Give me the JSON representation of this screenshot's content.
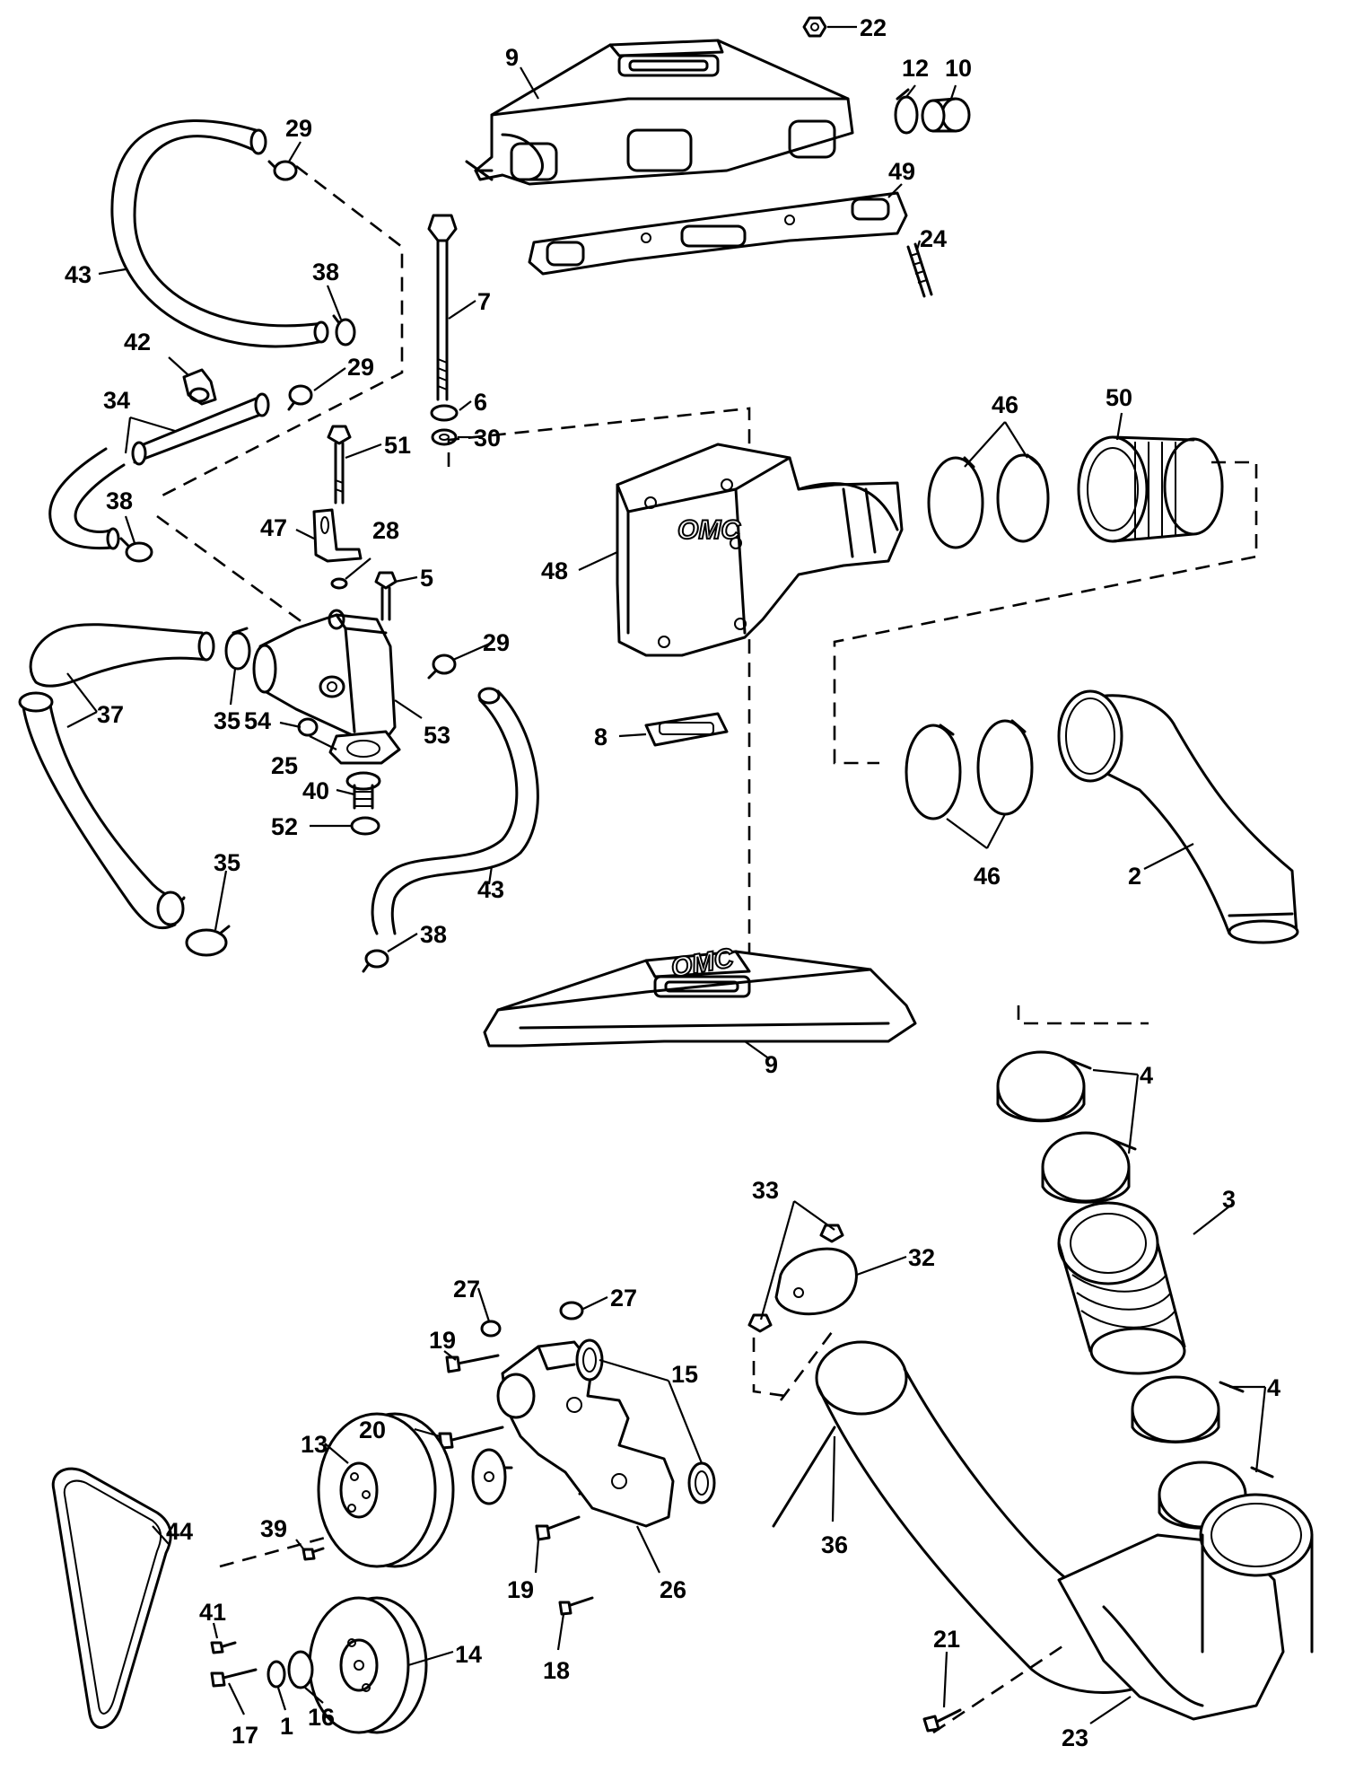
{
  "logos": {
    "top": "OMC",
    "bottom": "OMC"
  },
  "callouts": [
    "22",
    "9",
    "12",
    "10",
    "29",
    "49",
    "24",
    "43",
    "38",
    "7",
    "42",
    "29",
    "6",
    "34",
    "30",
    "51",
    "46",
    "50",
    "38",
    "47",
    "28",
    "5",
    "48",
    "29",
    "37",
    "35",
    "54",
    "53",
    "25",
    "40",
    "52",
    "8",
    "46",
    "2",
    "35",
    "43",
    "38",
    "9",
    "4",
    "33",
    "3",
    "32",
    "27",
    "27",
    "19",
    "15",
    "20",
    "13",
    "4",
    "39",
    "44",
    "36",
    "19",
    "26",
    "41",
    "14",
    "18",
    "21",
    "17",
    "1",
    "16",
    "23"
  ]
}
